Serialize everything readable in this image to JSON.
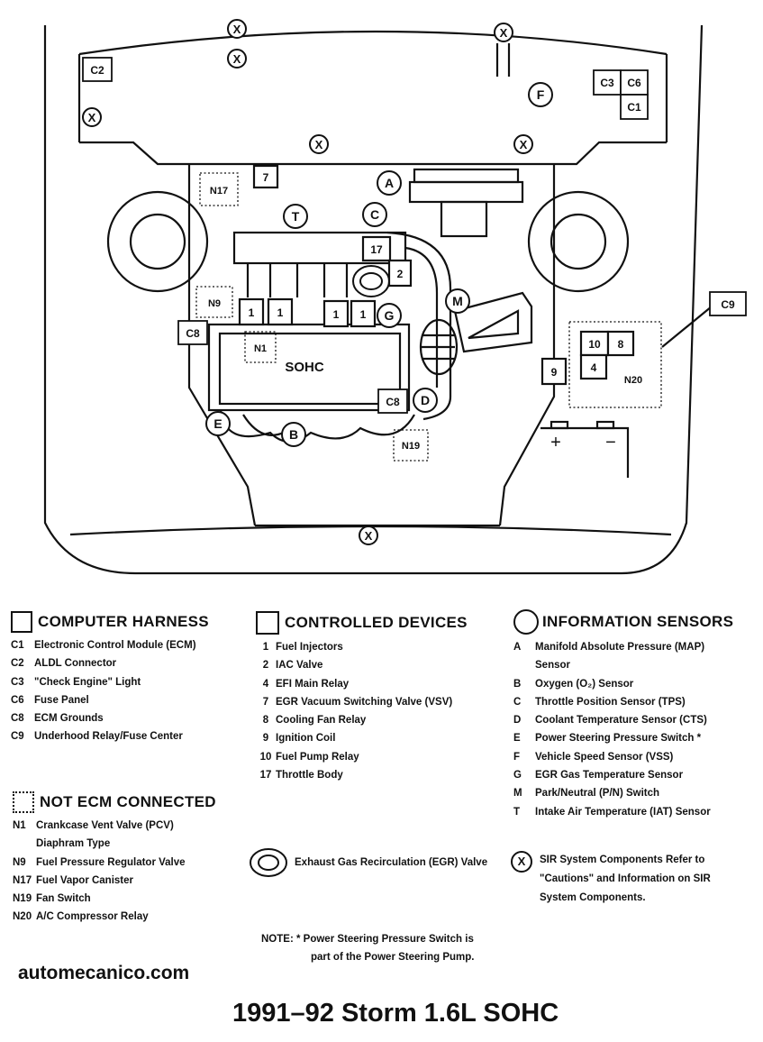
{
  "diagram": {
    "markers": {
      "connectors": [
        "C2",
        "C3",
        "C6",
        "C1",
        "C9",
        "C8",
        "C8"
      ],
      "devices": [
        "7",
        "17",
        "2",
        "1",
        "1",
        "1",
        "1",
        "10",
        "8",
        "4",
        "9"
      ],
      "sensors": [
        "A",
        "C",
        "T",
        "F",
        "M",
        "G",
        "D",
        "E",
        "B"
      ],
      "not_ecm": [
        "N17",
        "N9",
        "N1",
        "N19",
        "N20"
      ],
      "sir": [
        "X",
        "X",
        "X",
        "X",
        "X",
        "X",
        "X"
      ]
    },
    "engine_label": "SOHC",
    "battery_plus": "+",
    "battery_minus": "−"
  },
  "legend": {
    "computer_harness": {
      "title": "COMPUTER HARNESS",
      "items": [
        {
          "code": "C1",
          "desc": "Electronic Control Module (ECM)"
        },
        {
          "code": "C2",
          "desc": "ALDL Connector"
        },
        {
          "code": "C3",
          "desc": "\"Check Engine\" Light"
        },
        {
          "code": "C6",
          "desc": "Fuse Panel"
        },
        {
          "code": "C8",
          "desc": "ECM Grounds"
        },
        {
          "code": "C9",
          "desc": "Underhood Relay/Fuse Center"
        }
      ]
    },
    "controlled_devices": {
      "title": "CONTROLLED DEVICES",
      "items": [
        {
          "code": "1",
          "desc": "Fuel Injectors"
        },
        {
          "code": "2",
          "desc": "IAC Valve"
        },
        {
          "code": "4",
          "desc": "EFI Main Relay"
        },
        {
          "code": "7",
          "desc": "EGR Vacuum Switching Valve (VSV)"
        },
        {
          "code": "8",
          "desc": "Cooling Fan Relay"
        },
        {
          "code": "9",
          "desc": "Ignition Coil"
        },
        {
          "code": "10",
          "desc": "Fuel Pump Relay"
        },
        {
          "code": "17",
          "desc": "Throttle Body"
        }
      ]
    },
    "information_sensors": {
      "title": "INFORMATION SENSORS",
      "items": [
        {
          "code": "A",
          "desc": "Manifold Absolute Pressure (MAP)"
        },
        {
          "code": "",
          "desc": "Sensor"
        },
        {
          "code": "B",
          "desc": "Oxygen (O₂) Sensor"
        },
        {
          "code": "C",
          "desc": "Throttle Position Sensor (TPS)"
        },
        {
          "code": "D",
          "desc": "Coolant Temperature Sensor (CTS)"
        },
        {
          "code": "E",
          "desc": "Power Steering Pressure Switch *"
        },
        {
          "code": "F",
          "desc": "Vehicle Speed Sensor (VSS)"
        },
        {
          "code": "G",
          "desc": "EGR Gas Temperature Sensor"
        },
        {
          "code": "M",
          "desc": "Park/Neutral (P/N) Switch"
        },
        {
          "code": "T",
          "desc": "Intake Air Temperature (IAT) Sensor"
        }
      ]
    },
    "not_ecm_connected": {
      "title": "NOT ECM CONNECTED",
      "items": [
        {
          "code": "N1",
          "desc": "Crankcase Vent Valve (PCV)"
        },
        {
          "code": "",
          "desc": "Diaphram Type"
        },
        {
          "code": "N9",
          "desc": "Fuel Pressure Regulator Valve"
        },
        {
          "code": "N17",
          "desc": "Fuel Vapor Canister"
        },
        {
          "code": "N19",
          "desc": "Fan Switch"
        },
        {
          "code": "N20",
          "desc": "A/C Compressor Relay"
        }
      ]
    },
    "egr_valve": "Exhaust Gas Recirculation (EGR) Valve",
    "sir_symbol": "X",
    "sir_lines": [
      "SIR System Components Refer to",
      "\"Cautions\" and Information on SIR",
      "System Components."
    ]
  },
  "note": {
    "prefix": "NOTE:",
    "line1": "* Power Steering Pressure Switch is",
    "line2": "part of the Power Steering Pump."
  },
  "watermark": "automecanico.com",
  "title": "1991–92 Storm 1.6L SOHC"
}
